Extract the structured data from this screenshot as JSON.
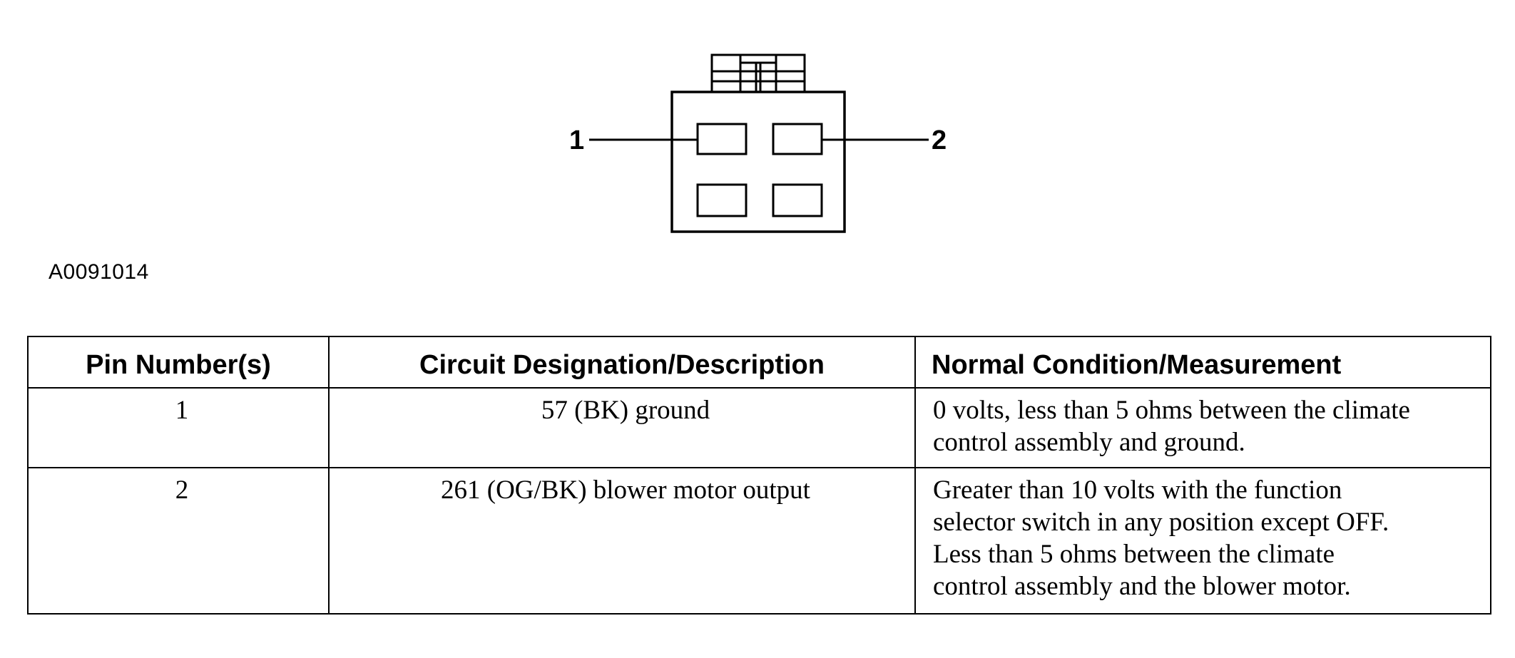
{
  "diagram": {
    "pin_labels": [
      "1",
      "2"
    ],
    "figure_id": "A0091014"
  },
  "table": {
    "headers": [
      "Pin Number(s)",
      "Circuit Designation/Description",
      "Normal Condition/Measurement"
    ],
    "rows": [
      {
        "pin": "1",
        "circuit": "57 (BK) ground",
        "condition_lines": [
          "0 volts, less than 5 ohms between the climate",
          "control assembly and ground."
        ]
      },
      {
        "pin": "2",
        "circuit": "261 (OG/BK) blower motor output",
        "condition_lines": [
          "Greater than 10 volts with the function",
          "selector switch in any position except OFF.",
          "Less than 5 ohms between the climate",
          "control assembly and the blower motor."
        ]
      }
    ]
  }
}
